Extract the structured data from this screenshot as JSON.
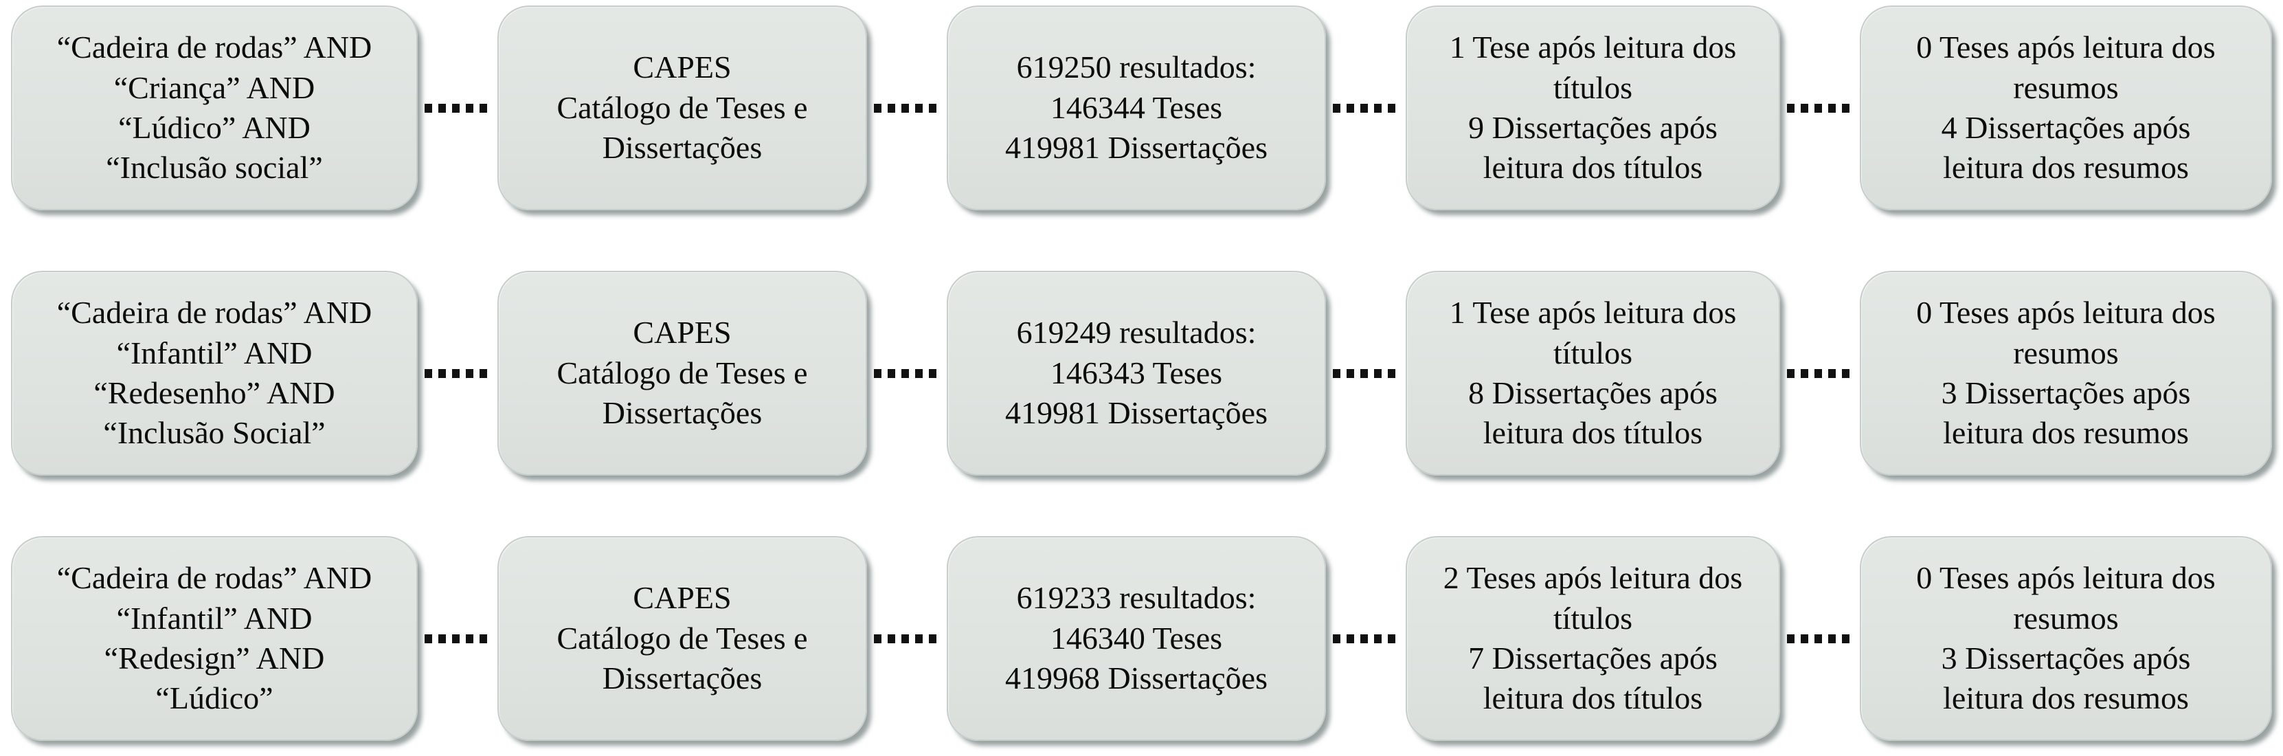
{
  "diagram": {
    "description": "Systematic search flow diagram, three search strings screened in the CAPES catalogue",
    "theme": {
      "background": "#ffffff",
      "box_fill": "#dfe4e1",
      "box_border": "#c6cecb",
      "box_shadow": "rgba(99,110,110,0.65)",
      "text_color": "#0c0c0c",
      "connector_color": "#111111"
    },
    "columns": [
      "search-query",
      "database",
      "results-count",
      "title-screening",
      "abstract-screening"
    ],
    "rows": [
      {
        "boxes": [
          {
            "name": "query-box",
            "lines": [
              "“Cadeira de rodas” AND",
              "“Criança” AND",
              "“Lúdico” AND",
              "“Inclusão social”"
            ]
          },
          {
            "name": "database-box",
            "lines": [
              "CAPES",
              "Catálogo de Teses e",
              "Dissertações"
            ]
          },
          {
            "name": "results-box",
            "lines": [
              "619250 resultados:",
              "146344 Teses",
              "419981 Dissertações"
            ]
          },
          {
            "name": "title-screening-box",
            "lines": [
              "1 Tese após leitura dos",
              "títulos",
              "9 Dissertações após",
              "leitura dos títulos"
            ]
          },
          {
            "name": "abstract-screening-box",
            "lines": [
              "0 Teses após leitura dos",
              "resumos",
              "4 Dissertações após",
              "leitura dos resumos"
            ]
          }
        ]
      },
      {
        "boxes": [
          {
            "name": "query-box",
            "lines": [
              "“Cadeira de rodas” AND",
              "“Infantil” AND",
              "“Redesenho” AND",
              "“Inclusão Social”"
            ]
          },
          {
            "name": "database-box",
            "lines": [
              "CAPES",
              "Catálogo de Teses e",
              "Dissertações"
            ]
          },
          {
            "name": "results-box",
            "lines": [
              "619249 resultados:",
              "146343 Teses",
              "419981 Dissertações"
            ]
          },
          {
            "name": "title-screening-box",
            "lines": [
              "1 Tese após leitura dos",
              "títulos",
              "8 Dissertações após",
              "leitura dos títulos"
            ]
          },
          {
            "name": "abstract-screening-box",
            "lines": [
              "0 Teses após leitura dos",
              "resumos",
              "3 Dissertações após",
              "leitura dos resumos"
            ]
          }
        ]
      },
      {
        "boxes": [
          {
            "name": "query-box",
            "lines": [
              "“Cadeira de rodas” AND",
              "“Infantil” AND",
              "“Redesign” AND",
              "“Lúdico”"
            ]
          },
          {
            "name": "database-box",
            "lines": [
              "CAPES",
              "Catálogo de Teses e",
              "Dissertações"
            ]
          },
          {
            "name": "results-box",
            "lines": [
              "619233 resultados:",
              "146340 Teses",
              "419968 Dissertações"
            ]
          },
          {
            "name": "title-screening-box",
            "lines": [
              "2 Teses após leitura dos",
              "títulos",
              "7 Dissertações após",
              "leitura dos títulos"
            ]
          },
          {
            "name": "abstract-screening-box",
            "lines": [
              "0 Teses após leitura dos",
              "resumos",
              "3 Dissertações após",
              "leitura dos resumos"
            ]
          }
        ]
      }
    ]
  }
}
